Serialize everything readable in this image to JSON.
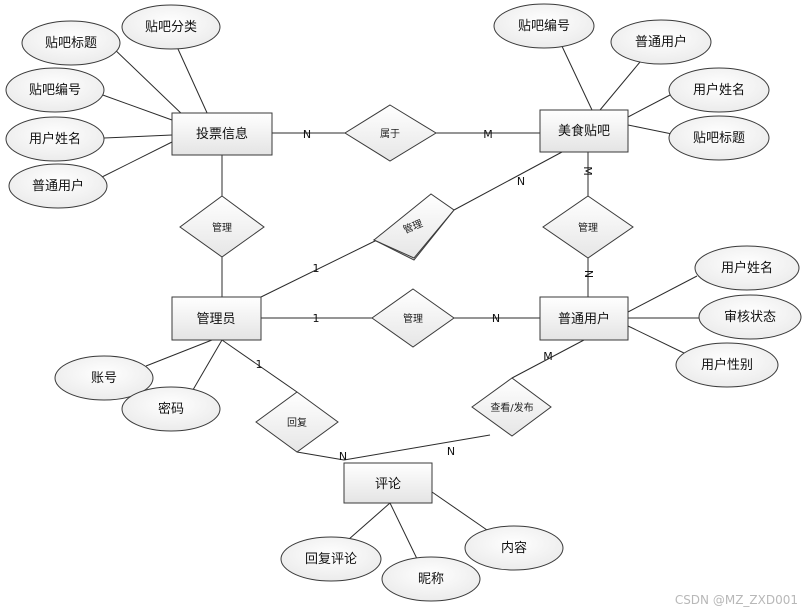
{
  "entities": {
    "vote": "投票信息",
    "board": "美食贴吧",
    "admin": "管理员",
    "user": "普通用户",
    "comment": "评论"
  },
  "relationships": {
    "belongs": "属于",
    "manage_vote": "管理",
    "manage_board_admin": "管理",
    "manage_board_user": "管理",
    "manage_user": "管理",
    "reply": "回复",
    "view_post": "查看/发布"
  },
  "attributes": {
    "vote_board_category": "贴吧分类",
    "vote_board_title": "贴吧标题",
    "vote_board_id": "贴吧编号",
    "vote_user_name": "用户姓名",
    "vote_user": "普通用户",
    "board_id": "贴吧编号",
    "board_user": "普通用户",
    "board_user_name": "用户姓名",
    "board_title": "贴吧标题",
    "user_name": "用户姓名",
    "user_status": "审核状态",
    "user_gender": "用户性别",
    "admin_account": "账号",
    "admin_password": "密码",
    "comment_reply": "回复评论",
    "comment_nickname": "昵称",
    "comment_content": "内容"
  },
  "cardinalities": {
    "vote_belongs": "N",
    "board_belongs": "M",
    "board_manage_admin": "N",
    "board_manage_user": "M",
    "user_manage_board": "N",
    "admin_manage_board": "1",
    "admin_manage_user": "1",
    "user_manage_admin": "N",
    "admin_reply": "1",
    "comment_reply": "N",
    "user_view": "M",
    "comment_view": "N"
  },
  "watermark": "CSDN @MZ_ZXD001"
}
